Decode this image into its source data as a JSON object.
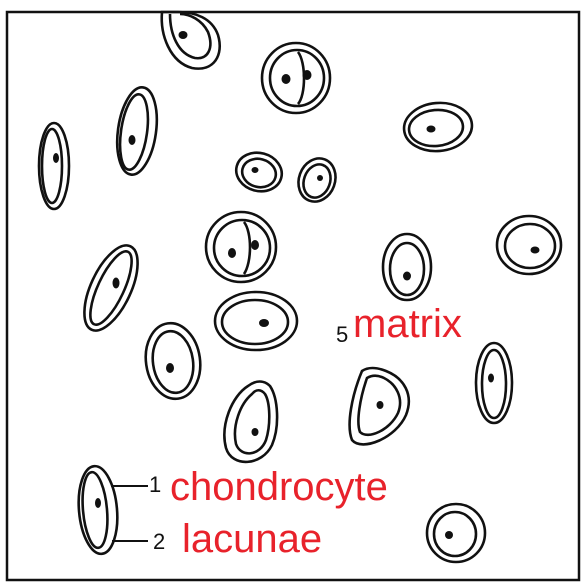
{
  "colors": {
    "ink": "#111111",
    "label": "#e8222b",
    "background": "#ffffff"
  },
  "labels": {
    "matrix": {
      "number": "5",
      "text": "matrix"
    },
    "chondrocyte": {
      "number": "1",
      "text": "chondrocyte"
    },
    "lacunae": {
      "number": "2",
      "text": "lacunae"
    }
  }
}
